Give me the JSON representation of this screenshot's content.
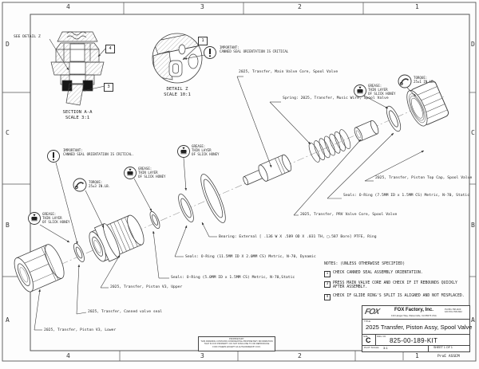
{
  "zones": {
    "top": [
      "4",
      "3",
      "2",
      "1"
    ],
    "bottom": [
      "4",
      "3",
      "2",
      "1"
    ],
    "left": [
      "D",
      "C",
      "B",
      "A"
    ],
    "right": [
      "D",
      "C",
      "B",
      "A"
    ]
  },
  "views": {
    "see_detail": "SEE DETAIL Z",
    "section": "SECTION A-A\nSCALE 3:1",
    "detail": "DETAIL Z\nSCALE 10:1"
  },
  "balloons": {
    "b1": "1",
    "b3": "3",
    "b4": "4"
  },
  "callouts": {
    "important_top": "IMPORTANT:\nCANNED SEAL ORIENTATION IS CRITICAL",
    "important_mid": "IMPORTANT:\nCANNED SEAL ORIENTATION IS CRITICAL.",
    "grease": "GREASE:\nTHIN LAYER\nOF SLICK HONEY",
    "torque_right": "TORQUE:\n25±1 IN.LB.",
    "torque_left": "TORQUE:\n25±3 IN.LB."
  },
  "labels": {
    "main_valve_core": "2025, Transfer, Main Valve Core, Spool Valve",
    "spring": "Spring: 2025, Transfer, Music Wire, Spool Valve",
    "top_cap": "2025, Transfer, Piston Top Cap, Spool Valve",
    "seal_7_5": "Seals: O-Ring (7.5MM ID x 1.5MM CS) Metric, N-70, Static",
    "prv_core": "2025, Transfer, PRV Valve Core, Spool Valve",
    "bearing": "Bearing: External [ .136 W X .589 OD X .031 TH, □.587 Bore] PTFE, Ring",
    "seal_11_5": "Seals: O-Ring (11.5MM ID X 2.0MM CS) Metric, N-70, Dynamic",
    "seal_5_0": "Seals: O-Ring (5.0MM ID x 1.5MM CS) Metric, N-70,Static",
    "piston_upper": "2025, Transfer, Piston V3, Upper",
    "canned_seal": "2025, Transfer, Canned valve seal",
    "piston_lower": "2025, Transfer, Piston V3, Lower"
  },
  "notes": {
    "header": "NOTES: (UNLESS OTHERWISE SPECIFIED)",
    "items": [
      {
        "num": "1",
        "text": "CHECK CANNED SEAL ASSEMBLY ORIENTATION."
      },
      {
        "num": "3",
        "text": "PRESS MAIN VALVE CORE AND CHECK IF IT REBOUNDS QUICKLY\nAFTER ASSEMBLY."
      },
      {
        "num": "4",
        "text": "CHECK IF GLIDE RING'S SPLIT IS ALIGNED AND NOT MISPLACED."
      }
    ]
  },
  "title_block": {
    "logo": "FOX",
    "company": "FOX Factory, Inc.",
    "address": "130 Hangar Way, Watsonville, CA 95076 USA",
    "phones": "PH 831-768-1100\nFAX 831-768-9342",
    "title_label": "TITLE",
    "title": "2025 Transfer, Piston Assy, Spool Valve",
    "size_label": "SIZE",
    "size": "C",
    "dwg_label": "DWG. NO.",
    "dwg_no": "825-00-189-KIT",
    "scale_label": "PLOT SCALE",
    "scale": "3:1",
    "sheet": "SHEET 1 OF 1",
    "assem": "ProE ASSEM"
  },
  "proprietary": {
    "line1": "PROPRIETARY:",
    "line2": "THIS DRAWING CONTAINS CONFIDENTIAL PROPRIETARY INFORMATION",
    "line3": "THAT IS FOX PROPERTY. DO NOT DISCLOSE TO OR REPRODUCE",
    "line4": "FOR OTHERS EXCEPT AS AUTHORIZED BY FOX."
  }
}
